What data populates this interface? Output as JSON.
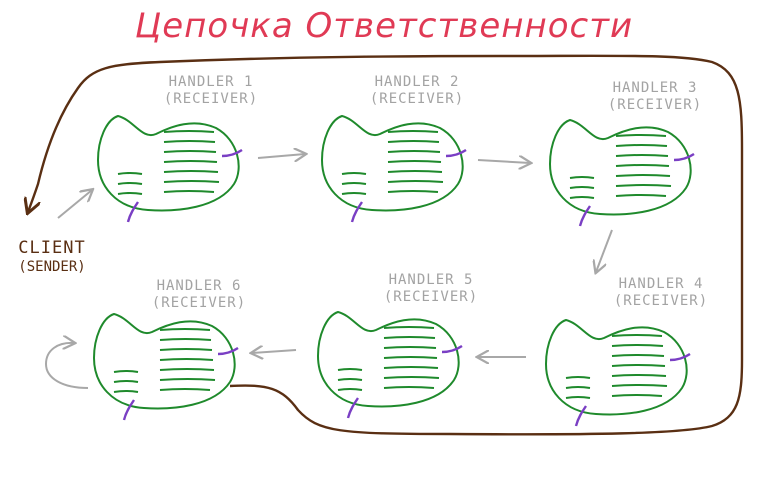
{
  "title": "Цепочка Ответственности",
  "client": {
    "name": "CLIENT",
    "role": "(SENDER)"
  },
  "handlers": [
    {
      "name": "HANDLER 1",
      "role": "(RECEIVER)"
    },
    {
      "name": "HANDLER 2",
      "role": "(RECEIVER)"
    },
    {
      "name": "HANDLER 3",
      "role": "(RECEIVER)"
    },
    {
      "name": "HANDLER 4",
      "role": "(RECEIVER)"
    },
    {
      "name": "HANDLER 5",
      "role": "(RECEIVER)"
    },
    {
      "name": "HANDLER 6",
      "role": "(RECEIVER)"
    }
  ],
  "colors": {
    "title": "#e03a55",
    "cell": "#1f8a2c",
    "connector": "#7a3fc4",
    "arrow": "#a8a8a8",
    "loop": "#5a2f13",
    "label": "#a3a3a3"
  }
}
